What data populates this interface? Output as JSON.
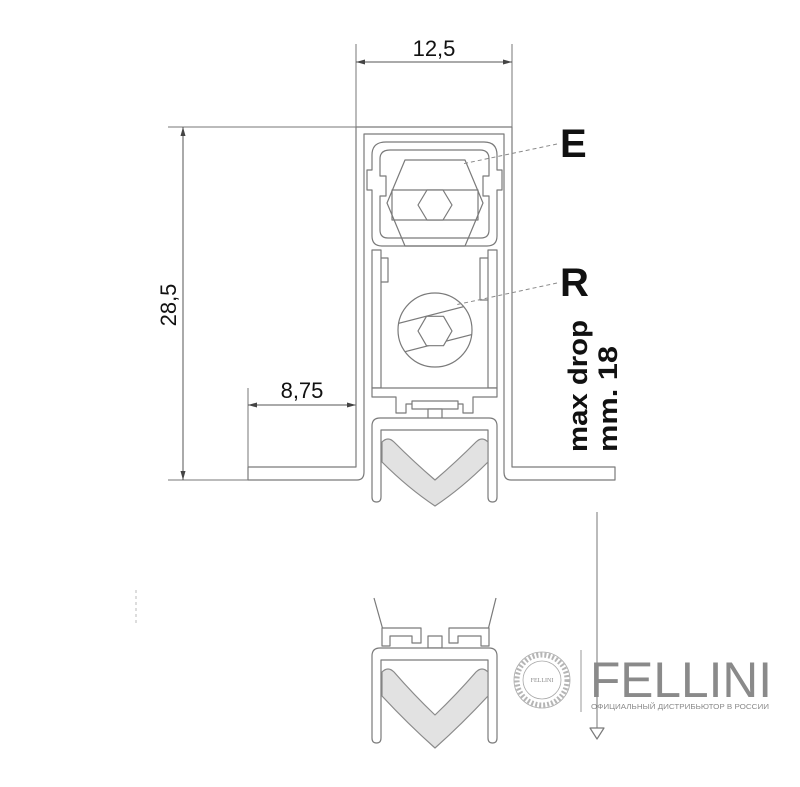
{
  "dimensions": {
    "width_top": "12,5",
    "height_left": "28,5",
    "flange": "8,75"
  },
  "labels": {
    "e": "E",
    "r": "R"
  },
  "max_drop": {
    "line1": "max drop",
    "line2": "mm. 18"
  },
  "logo": {
    "name": "FELLINI",
    "seal_text": "FELLINI",
    "subtitle": "ОФИЦИАЛЬНЫЙ ДИСТРИБЬЮТОР В РОССИИ"
  },
  "colors": {
    "outline": "#7a7a7a",
    "seal_rubber": "#e2e2e2",
    "text": "#111111",
    "logo": "#8a8a8a"
  }
}
